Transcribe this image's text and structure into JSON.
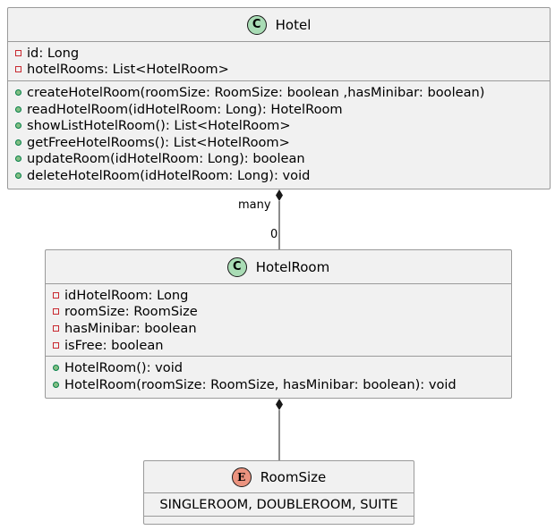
{
  "diagram": {
    "hotel": {
      "badge": "C",
      "name": "Hotel",
      "fields": [
        {
          "visibility": "private",
          "text": "id: Long"
        },
        {
          "visibility": "private",
          "text": "hotelRooms: List<HotelRoom>"
        }
      ],
      "methods": [
        {
          "visibility": "public",
          "text": "createHotelRoom(roomSize: RoomSize: boolean ,hasMinibar: boolean)"
        },
        {
          "visibility": "public",
          "text": "readHotelRoom(idHotelRoom: Long): HotelRoom"
        },
        {
          "visibility": "public",
          "text": "showListHotelRoom(): List<HotelRoom>"
        },
        {
          "visibility": "public",
          "text": "getFreeHotelRooms(): List<HotelRoom>"
        },
        {
          "visibility": "public",
          "text": "updateRoom(idHotelRoom: Long): boolean"
        },
        {
          "visibility": "public",
          "text": "deleteHotelRoom(idHotelRoom: Long): void"
        }
      ]
    },
    "hotelRoom": {
      "badge": "C",
      "name": "HotelRoom",
      "fields": [
        {
          "visibility": "private",
          "text": "idHotelRoom: Long"
        },
        {
          "visibility": "private",
          "text": "roomSize: RoomSize"
        },
        {
          "visibility": "private",
          "text": "hasMinibar: boolean"
        },
        {
          "visibility": "private",
          "text": "isFree: boolean"
        }
      ],
      "methods": [
        {
          "visibility": "public",
          "text": "HotelRoom(): void"
        },
        {
          "visibility": "public",
          "text": "HotelRoom(roomSize: RoomSize, hasMinibar: boolean): void"
        }
      ]
    },
    "roomSize": {
      "badge": "E",
      "name": "RoomSize",
      "values": "SINGLEROOM, DOUBLEROOM, SUITE"
    },
    "links": [
      {
        "from": "Hotel",
        "to": "HotelRoom",
        "kind": "composition",
        "source_label": "many",
        "target_label": "0"
      },
      {
        "from": "HotelRoom",
        "to": "RoomSize",
        "kind": "composition"
      }
    ],
    "colors": {
      "class_fill": "#f1f1f1",
      "border": "#9a9a9a",
      "class_badge": "#a9dcb5",
      "enum_badge": "#eb937f",
      "private_marker": "#c82930",
      "public_marker": "#84be84"
    }
  }
}
